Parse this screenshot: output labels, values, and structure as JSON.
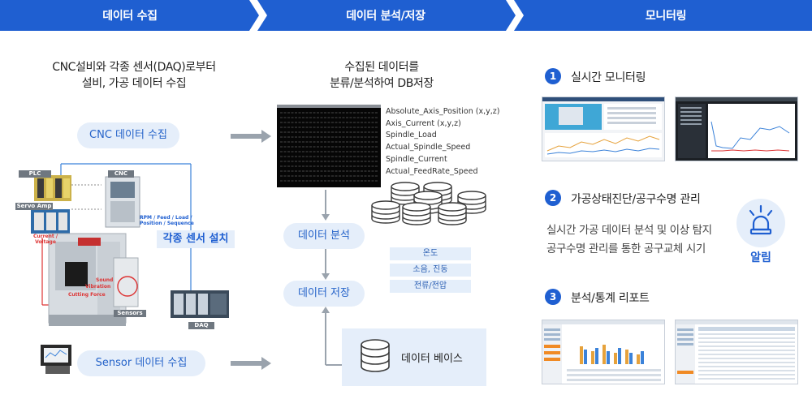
{
  "header": {
    "step1": "데이터 수집",
    "step2": "데이터 분석/저장",
    "step3": "모니터링"
  },
  "collect": {
    "description_line1": "CNC설비와 각종 센서(DAQ)로부터",
    "description_line2": "설비, 가공 데이터 수집",
    "cnc_pill": "CNC 데이터 수집",
    "sensor_pill": "Sensor 데이터 수집",
    "sensor_install_label": "각종 센서 설치",
    "equipment_labels": {
      "plc": "PLC",
      "cnc": "CNC",
      "servo_amp": "Servo Amp",
      "current_voltage": "Current / Voltage",
      "rpm_feed": "RPM / Feed / Load / Position / Sequence",
      "sound": "Sound",
      "vibration": "Vibration",
      "cutting_force": "Cutting Force",
      "sensors": "Sensors",
      "daq": "DAQ"
    }
  },
  "store": {
    "description_line1": "수집된 데이터를",
    "description_line2": "분류/분석하여 DB저장",
    "fields": [
      "Absolute_Axis_Position (x,y,z)",
      "Axis_Current (x,y,z)",
      "Spindle_Load",
      "Actual_Spindle_Speed",
      "Spindle_Current",
      "Actual_FeedRate_Speed"
    ],
    "analysis_pill": "데이터 분석",
    "storage_pill": "데이터 저장",
    "tags": [
      "온도",
      "소음, 진동",
      "전류/전압"
    ],
    "database_label": "데이터 베이스"
  },
  "monitor": {
    "items": [
      {
        "num": "1",
        "title": "실시간 모니터링"
      },
      {
        "num": "2",
        "title": "가공상태진단/공구수명 관리"
      },
      {
        "num": "3",
        "title": "분석/통계 리포트"
      }
    ],
    "item2_desc_line1": "실시간 가공 데이터 분석 및 이상 탐지",
    "item2_desc_line2": "공구수명 관리를 통한 공구교체 시기",
    "alarm_label": "알림"
  },
  "colors": {
    "banner": "#1f5fd1",
    "pill_bg": "#e5eefa",
    "accent": "#2563c9",
    "arrow": "#9aa3ad"
  }
}
